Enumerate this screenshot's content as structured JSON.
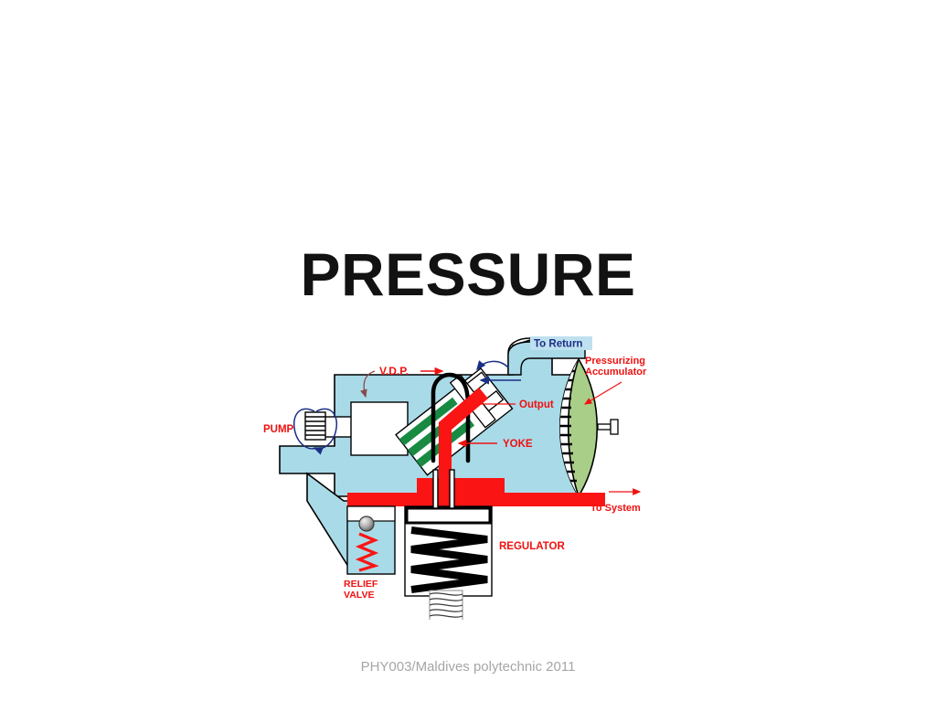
{
  "slide": {
    "title": "PRESSURE",
    "footer": "PHY003/Maldives polytechnic 2011",
    "background_color": "#ffffff",
    "title_color": "#121212",
    "footer_color": "#a6a6a6"
  },
  "diagram": {
    "name": "hydraulic-pressure-system-diagram",
    "description": "Cutaway schematic of a hydraulic variable displacement pump with pressurizing accumulator, regulator and relief valve",
    "colors": {
      "body_fill": "#a9dae8",
      "body_stroke": "#000000",
      "pressure_red": "#fb1414",
      "label_red": "#f01010",
      "return_blue": "#1a2f86",
      "return_label_bg": "#bfe0ef",
      "accumulator_green": "#a9ce88",
      "piston_green": "#188a42",
      "white": "#ffffff",
      "black": "#000000",
      "ball_gray": "#9a9a9a"
    },
    "labels": {
      "pump": "PUMP",
      "vdp": "V.D.P.",
      "to_return": "To Return",
      "pressurizing_accumulator_line1": "Pressurizing",
      "pressurizing_accumulator_line2": "Accumulator",
      "output": "Output",
      "yoke": "YOKE",
      "to_system": "To System",
      "regulator": "REGULATOR",
      "relief_valve_line1": "RELIEF",
      "relief_valve_line2": "VALVE"
    }
  }
}
